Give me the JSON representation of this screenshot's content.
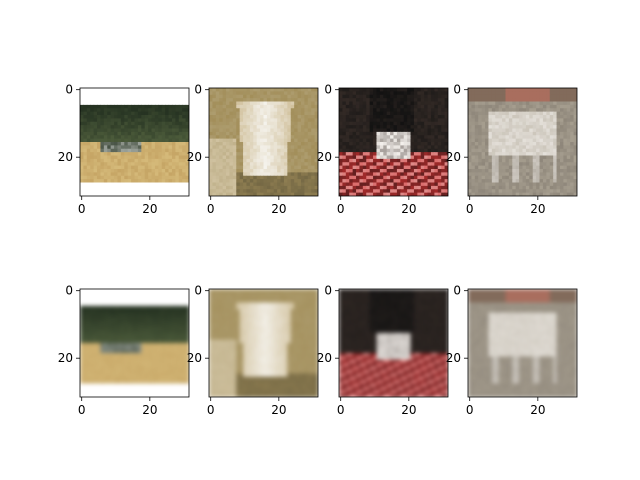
{
  "chart_data": {
    "type": "image-grid",
    "rows": 2,
    "cols": 4,
    "panels": [
      {
        "row": 0,
        "col": 0,
        "subject": "dog on grass, white borders",
        "palette": [
          "#ffffff",
          "#263322",
          "#4b5a3a",
          "#c2a060",
          "#d9bf7f"
        ],
        "xticks": [
          "0",
          "20"
        ],
        "yticks": [
          "0",
          "20"
        ]
      },
      {
        "row": 0,
        "col": 1,
        "subject": "white and tan cat",
        "palette": [
          "#a38f5b",
          "#d6c8a8",
          "#f0ece2",
          "#6b6040",
          "#b3a47a"
        ],
        "xticks": [
          "0",
          "20"
        ],
        "yticks": [
          "0",
          "20"
        ]
      },
      {
        "row": 0,
        "col": 2,
        "subject": "black and white cat on red blanket",
        "palette": [
          "#3a2f2a",
          "#111111",
          "#e8e4e0",
          "#a02a2a",
          "#d85050"
        ],
        "xticks": [
          "0",
          "20"
        ],
        "yticks": [
          "0",
          "20"
        ]
      },
      {
        "row": 0,
        "col": 3,
        "subject": "white horse",
        "palette": [
          "#7a6a5a",
          "#c87060",
          "#e6e2dc",
          "#8c8478",
          "#b0a898"
        ],
        "xticks": [
          "0",
          "20"
        ],
        "yticks": [
          "0",
          "20"
        ]
      },
      {
        "row": 1,
        "col": 0,
        "subject": "blurred reconstruction of dog",
        "palette": [
          "#ffffff",
          "#2c3b2c",
          "#6a7050",
          "#c8ad78",
          "#e2d0a8"
        ],
        "xticks": [
          "0",
          "20"
        ],
        "yticks": [
          "0",
          "20"
        ]
      },
      {
        "row": 1,
        "col": 1,
        "subject": "blurred reconstruction of cat",
        "palette": [
          "#9a8c62",
          "#d8cfb0",
          "#ece6d6",
          "#6e6444",
          "#b8ab82"
        ],
        "xticks": [
          "0",
          "20"
        ],
        "yticks": [
          "0",
          "20"
        ]
      },
      {
        "row": 1,
        "col": 2,
        "subject": "blurred reconstruction of cat on blanket",
        "palette": [
          "#6a5040",
          "#2a2430",
          "#e0d8d4",
          "#a05a48",
          "#c89078"
        ],
        "xticks": [
          "0",
          "20"
        ],
        "yticks": [
          "0",
          "20"
        ]
      },
      {
        "row": 1,
        "col": 3,
        "subject": "blurred reconstruction of horse",
        "palette": [
          "#6a5e50",
          "#a09078",
          "#dcd6cc",
          "#8a8070",
          "#b8b0a0"
        ],
        "xticks": [
          "0",
          "20"
        ],
        "yticks": [
          "0",
          "20"
        ]
      }
    ],
    "axis_range": [
      0,
      31
    ],
    "grid": false
  }
}
